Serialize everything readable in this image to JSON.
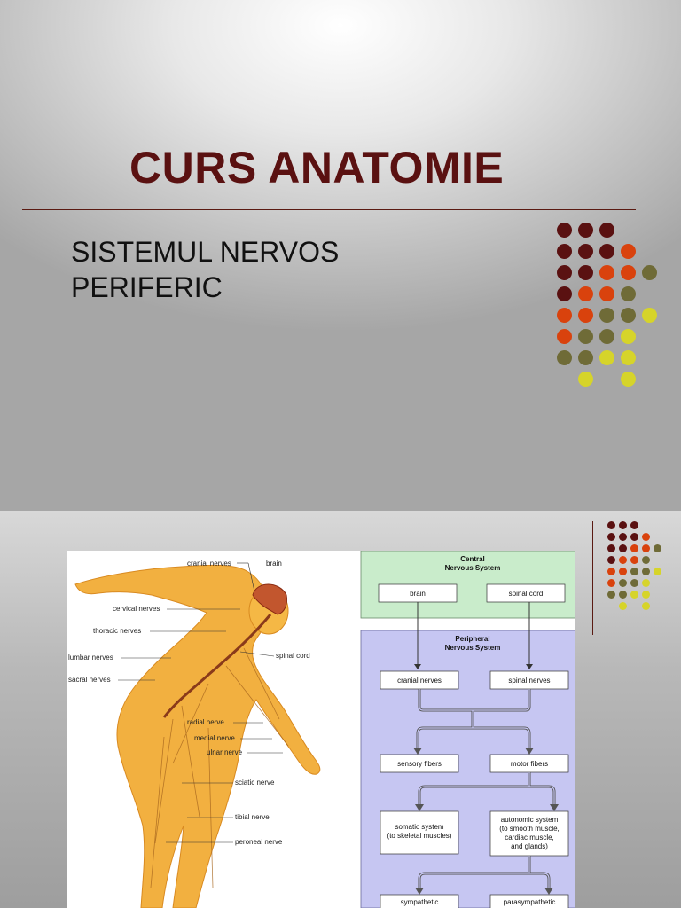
{
  "slide1": {
    "title": "CURS ANATOMIE",
    "subtitle_line1": "SISTEMUL NERVOS",
    "subtitle_line2": "PERIFERIC"
  },
  "palette": {
    "maroon": "#5a1111",
    "orange": "#d9420d",
    "olive": "#6f6b37",
    "yellow": "#d6d42a"
  },
  "dot_grid": [
    [
      "maroon",
      "maroon",
      "maroon",
      "",
      ""
    ],
    [
      "maroon",
      "maroon",
      "maroon",
      "orange",
      ""
    ],
    [
      "maroon",
      "maroon",
      "orange",
      "orange",
      "olive"
    ],
    [
      "maroon",
      "orange",
      "orange",
      "olive",
      ""
    ],
    [
      "orange",
      "orange",
      "olive",
      "olive",
      "yellow"
    ],
    [
      "orange",
      "olive",
      "olive",
      "yellow",
      ""
    ],
    [
      "olive",
      "olive",
      "yellow",
      "yellow",
      ""
    ],
    [
      "",
      "yellow",
      "",
      "yellow",
      ""
    ]
  ],
  "anatomy": {
    "cranial_nerves": "cranial nerves",
    "brain": "brain",
    "cervical_nerves": "cervical nerves",
    "thoracic_nerves": "thoracic nerves",
    "lumbar_nerves": "lumbar nerves",
    "sacral_nerves": "sacral nerves",
    "spinal_cord": "spinal cord",
    "radial_nerve": "radial nerve",
    "medial_nerve": "medial nerve",
    "ulnar_nerve": "ulnar nerve",
    "sciatic_nerve": "sciatic nerve",
    "tibial_nerve": "tibial nerve",
    "peroneal_nerve": "peroneal nerve"
  },
  "flow": {
    "cns_head1": "Central",
    "cns_head2": "Nervous System",
    "brain": "brain",
    "spinal_cord": "spinal cord",
    "pns_head1": "Peripheral",
    "pns_head2": "Nervous System",
    "cranial_nerves": "cranial nerves",
    "spinal_nerves": "spinal nerves",
    "sensory_fibers": "sensory fibers",
    "motor_fibers": "motor fibers",
    "somatic1": "somatic system",
    "somatic2": "(to skeletal muscles)",
    "auto1": "autonomic system",
    "auto2": "(to smooth muscle,",
    "auto3": "cardiac muscle,",
    "auto4": "and glands)",
    "sympathetic": "sympathetic",
    "parasympathetic": "parasympathetic"
  }
}
